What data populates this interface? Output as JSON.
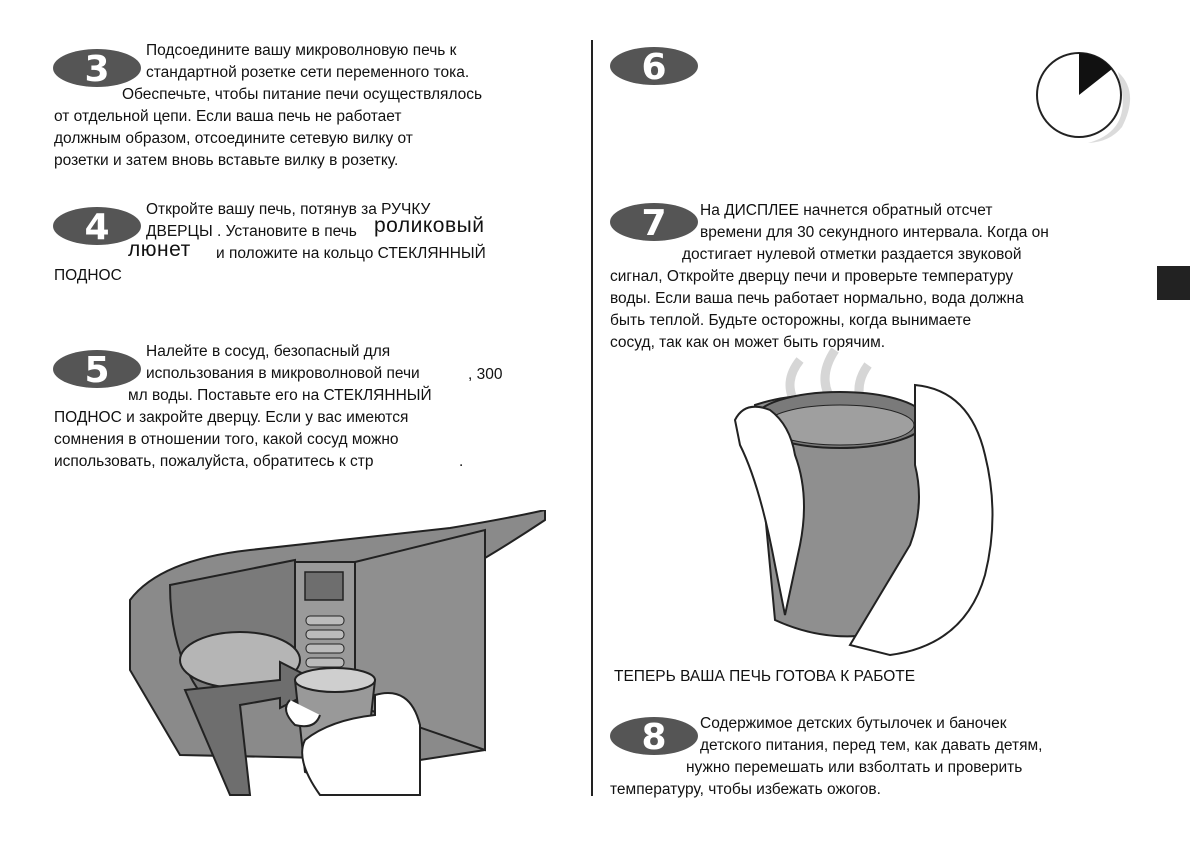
{
  "steps": [
    {
      "number": "3",
      "lines": [
        "Подсоедините вашу микроволновую печь к",
        "стандартной розетке сети переменного тока.",
        "Обеспечьте, чтобы питание печи осуществлялось",
        "от отдельной цепи. Если ваша печь не работает",
        "должным образом, отсоедините сетевую вилку от",
        "розетки и затем вновь вставьте вилку в розетку."
      ]
    },
    {
      "number": "4",
      "lines": [
        "Откройте вашу печь, потянув за РУЧКУ",
        "ДВЕРЦЫ . Установите в печь",
        "роликовый",
        "люнет",
        "и положите на кольцо СТЕКЛЯННЫЙ",
        "ПОДНОС"
      ]
    },
    {
      "number": "5",
      "lines": [
        "Налейте в сосуд, безопасный для",
        "использования в микроволновой печи",
        ", 300",
        "мл воды. Поставьте его на СТЕКЛЯННЫЙ",
        "ПОДНОС и закройте дверцу. Если у вас имеются",
        "сомнения в отношении того, какой сосуд можно",
        "использовать, пожалуйста, обратитесь к стр",
        "."
      ]
    },
    {
      "number": "6",
      "lines": []
    },
    {
      "number": "7",
      "lines": [
        "На ДИСПЛЕЕ  начнется обратный отсчет",
        "времени для 30 секундного интервала. Когда он",
        "достигает нулевой отметки раздается звуковой",
        "сигнал, Откройте дверцу печи и проверьте температуру",
        "воды. Если ваша печь работает нормально, вода должна",
        "быть теплой. Будьте осторожны, когда вынимаете",
        "сосуд, так как он может быть горячим."
      ]
    },
    {
      "number": "8",
      "lines": [
        "Содержимое детских бутылочек и баночек",
        "детского питания, перед тем, как давать детям,",
        "нужно перемешать или взболтать и проверить",
        "температуру, чтобы избежать ожогов."
      ]
    }
  ],
  "ready_text": "ТЕПЕРЬ ВАША ПЕЧЬ ГОТОВА К РАБОТЕ",
  "colors": {
    "badge": "#555555",
    "text": "#111111",
    "tab": "#222222",
    "oven_gray": "#8a8a8a",
    "oven_dark": "#6e6e6e"
  },
  "illustrations": [
    "microwave-with-cup-illustration",
    "hands-holding-hot-cup-illustration",
    "timer-30s-icon"
  ],
  "timer_elapsed_fraction": 0.125
}
